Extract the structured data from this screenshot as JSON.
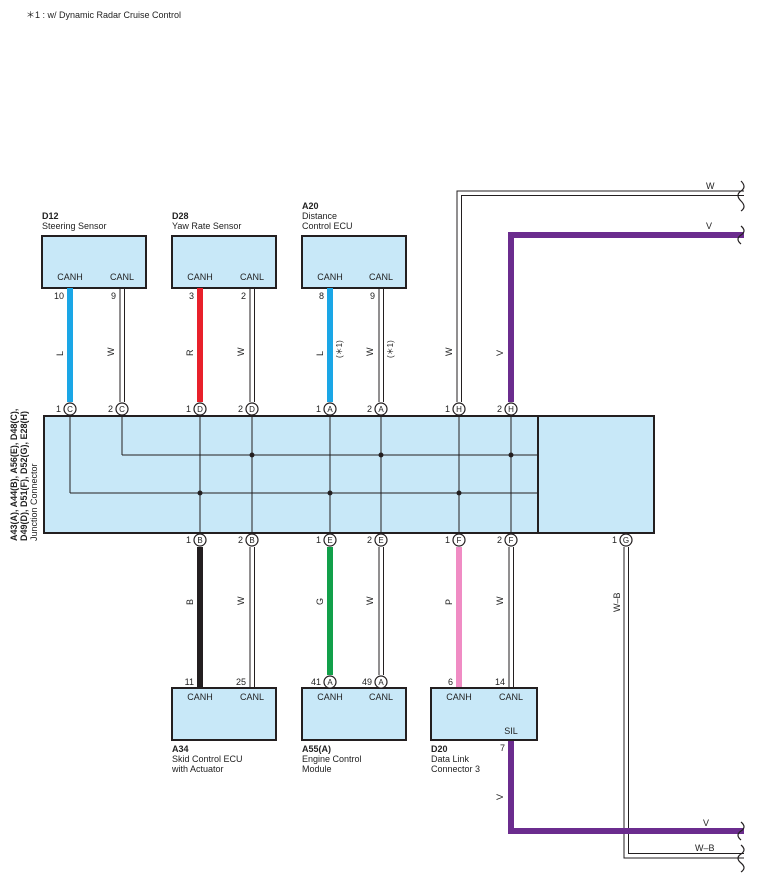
{
  "note": "＊1 : w/ Dynamic Radar Cruise Control",
  "colors": {
    "ecu_fill": "#c8e8f8",
    "L": "#1aa6e6",
    "R": "#e8202a",
    "V": "#6b2c8e",
    "B": "#231f20",
    "G": "#12a04a",
    "P": "#f08cc4",
    "W": "#ffffff",
    "stroke": "#231f20"
  },
  "junction": {
    "codes_line1": "A43(A), A44(B), A56(E), D48(C),",
    "codes_line2": "D49(D), D51(F), D52(G), E28(H)",
    "name": "Junction Connector"
  },
  "ecus": {
    "d12": {
      "code": "D12",
      "name": "Steering Sensor",
      "name2": "",
      "pin1": "CANH",
      "pin2": "CANL",
      "num1": "10",
      "num2": "9"
    },
    "d28": {
      "code": "D28",
      "name": "Yaw Rate Sensor",
      "name2": "",
      "pin1": "CANH",
      "pin2": "CANL",
      "num1": "3",
      "num2": "2"
    },
    "a20": {
      "code": "A20",
      "name": "Distance",
      "name2": "Control ECU",
      "pin1": "CANH",
      "pin2": "CANL",
      "num1": "8",
      "num2": "9"
    },
    "a34": {
      "code": "A34",
      "name": "Skid Control ECU",
      "name2": "with Actuator",
      "pin1": "CANH",
      "pin2": "CANL",
      "num1": "11",
      "num2": "25"
    },
    "a55": {
      "code": "A55(A)",
      "name": "Engine Control",
      "name2": "Module",
      "pin1": "CANH",
      "pin2": "CANL",
      "num1": "41",
      "num2": "49",
      "conn": "A"
    },
    "d20": {
      "code": "D20",
      "name": "Data Link",
      "name2": "Connector 3",
      "pin1": "CANH",
      "pin2": "CANL",
      "pin3": "SIL",
      "num1": "6",
      "num2": "14",
      "num3": "7"
    }
  },
  "top_pins": [
    {
      "num": "1",
      "letter": "C"
    },
    {
      "num": "2",
      "letter": "C"
    },
    {
      "num": "1",
      "letter": "D"
    },
    {
      "num": "2",
      "letter": "D"
    },
    {
      "num": "1",
      "letter": "A"
    },
    {
      "num": "2",
      "letter": "A"
    },
    {
      "num": "1",
      "letter": "H"
    },
    {
      "num": "2",
      "letter": "H"
    }
  ],
  "bottom_pins": [
    {
      "num": "1",
      "letter": "B"
    },
    {
      "num": "2",
      "letter": "B"
    },
    {
      "num": "1",
      "letter": "E"
    },
    {
      "num": "2",
      "letter": "E"
    },
    {
      "num": "1",
      "letter": "F"
    },
    {
      "num": "2",
      "letter": "F"
    },
    {
      "num": "1",
      "letter": "G"
    }
  ],
  "wire_labels": {
    "d12_h": "L",
    "d12_l": "W",
    "d28_h": "R",
    "d28_l": "W",
    "a20_h": "L",
    "a20_l": "W",
    "a20_h_note": "(＊1)",
    "a20_l_note": "(＊1)",
    "h1": "W",
    "h2": "V",
    "a34_h": "B",
    "a34_l": "W",
    "a55_h": "G",
    "a55_l": "W",
    "d20_h": "P",
    "d20_l": "W",
    "g1": "W–B",
    "top_w": "W",
    "top_v": "V",
    "sil_v": "V",
    "bottom_v": "V",
    "bottom_wb": "W–B"
  }
}
